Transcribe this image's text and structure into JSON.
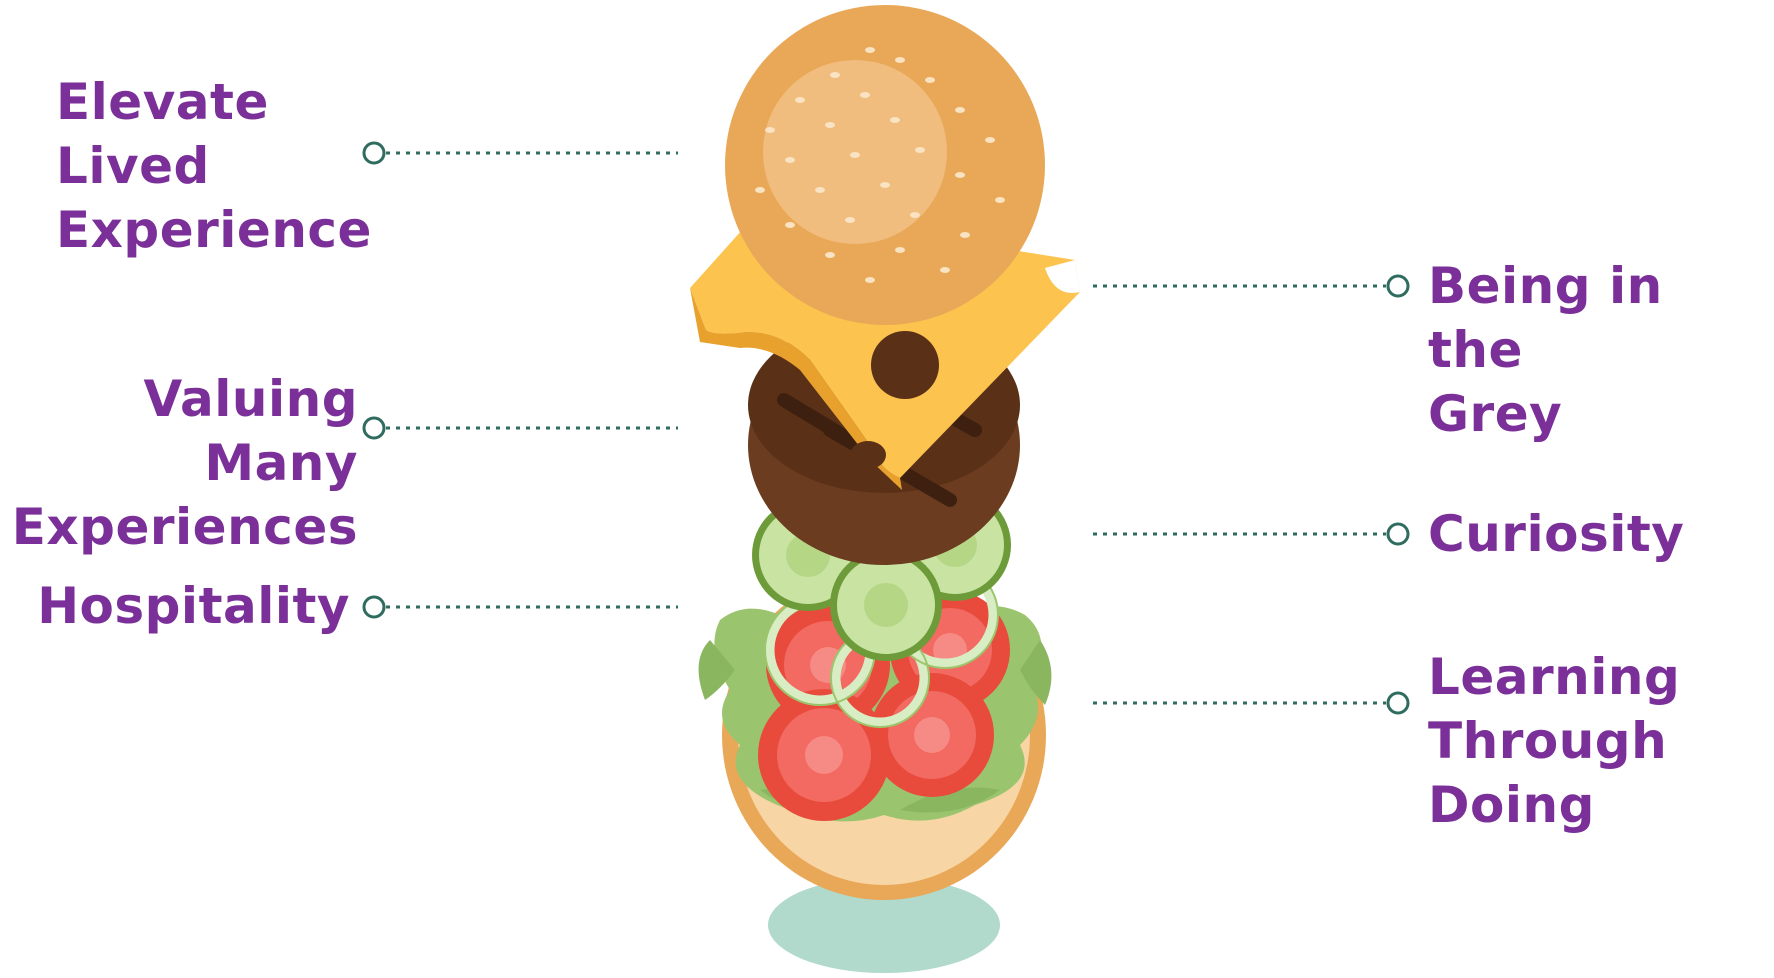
{
  "labels": {
    "elevate_lived_experience": "Elevate\nLived\nExperience",
    "valuing_many_experiences": "Valuing\nMany\nExperiences",
    "hospitality": "Hospitality",
    "being_in_the_grey": "Being in the\nGrey",
    "curiosity": "Curiosity",
    "learning_through_doing": "Learning\nThrough\nDoing"
  },
  "colors": {
    "label_text": "#7b2f98",
    "connector": "#2f6b5e",
    "bun": "#e9a857",
    "bun_center": "#f0bd7e",
    "cheese": "#fcc44e",
    "patty": "#6b3c1f",
    "cucumber": "#a9d27a",
    "tomato": "#e84b3c",
    "lettuce": "#9bc46e",
    "plate_shadow": "#b1d9cc"
  }
}
